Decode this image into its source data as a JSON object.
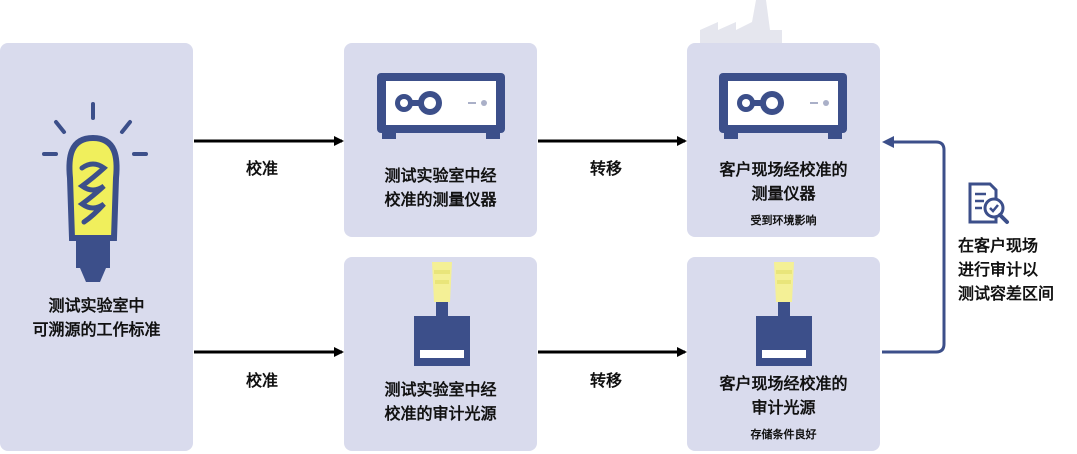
{
  "source": {
    "line1": "测试实验室中",
    "line2": "可溯源的工作标准"
  },
  "lab_instrument": {
    "line1": "测试实验室中经",
    "line2": "校准的测量仪器"
  },
  "site_instrument": {
    "line1": "客户现场经校准的",
    "line2": "测量仪器",
    "note": "受到环境影响"
  },
  "lab_light": {
    "line1": "测试实验室中经",
    "line2": "校准的审计光源"
  },
  "site_light": {
    "line1": "客户现场经校准的",
    "line2": "审计光源",
    "note": "存储条件良好"
  },
  "edges": {
    "calibrate_top": "校准",
    "calibrate_bottom": "校准",
    "transfer_top": "转移",
    "transfer_bottom": "转移"
  },
  "audit": {
    "line1": "在客户现场",
    "line2": "进行审计以",
    "line3": "测试容差区间"
  },
  "colors": {
    "box": "#d9dbed",
    "navy": "#3c4f8a",
    "bulb": "#f0ef5c",
    "beam": "#f4f096",
    "factory": "#e5e6ee"
  }
}
